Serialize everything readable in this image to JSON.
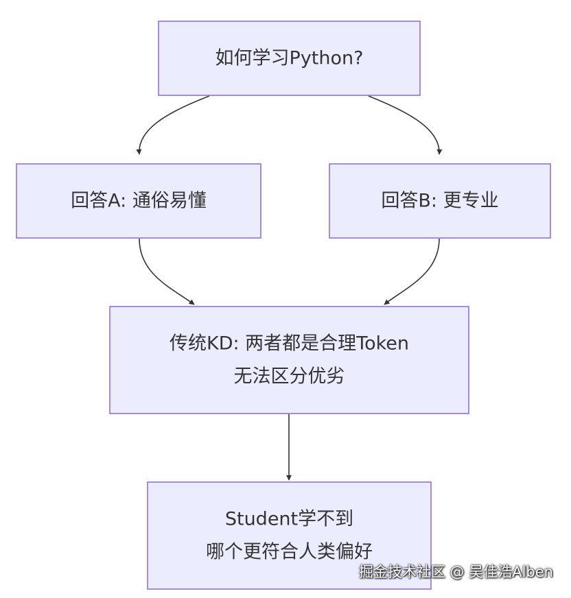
{
  "diagram": {
    "nodes": {
      "question": {
        "lines": [
          "如何学习Python?"
        ]
      },
      "answer_a": {
        "lines": [
          "回答A: 通俗易懂"
        ]
      },
      "answer_b": {
        "lines": [
          "回答B: 更专业"
        ]
      },
      "traditional_kd": {
        "lines": [
          "传统KD: 两者都是合理Token",
          "无法区分优劣"
        ]
      },
      "student": {
        "lines": [
          "Student学不到",
          "哪个更符合人类偏好"
        ]
      }
    },
    "edges": [
      {
        "from": "question",
        "to": "answer_a"
      },
      {
        "from": "question",
        "to": "answer_b"
      },
      {
        "from": "answer_a",
        "to": "traditional_kd"
      },
      {
        "from": "answer_b",
        "to": "traditional_kd"
      },
      {
        "from": "traditional_kd",
        "to": "student"
      }
    ],
    "colors": {
      "node_fill": "#ECECFF",
      "node_stroke": "#9370DB",
      "edge": "#333333",
      "text": "#333333"
    }
  },
  "watermark": {
    "text": "掘金技术社区 @ 吴佳浩Alben"
  }
}
